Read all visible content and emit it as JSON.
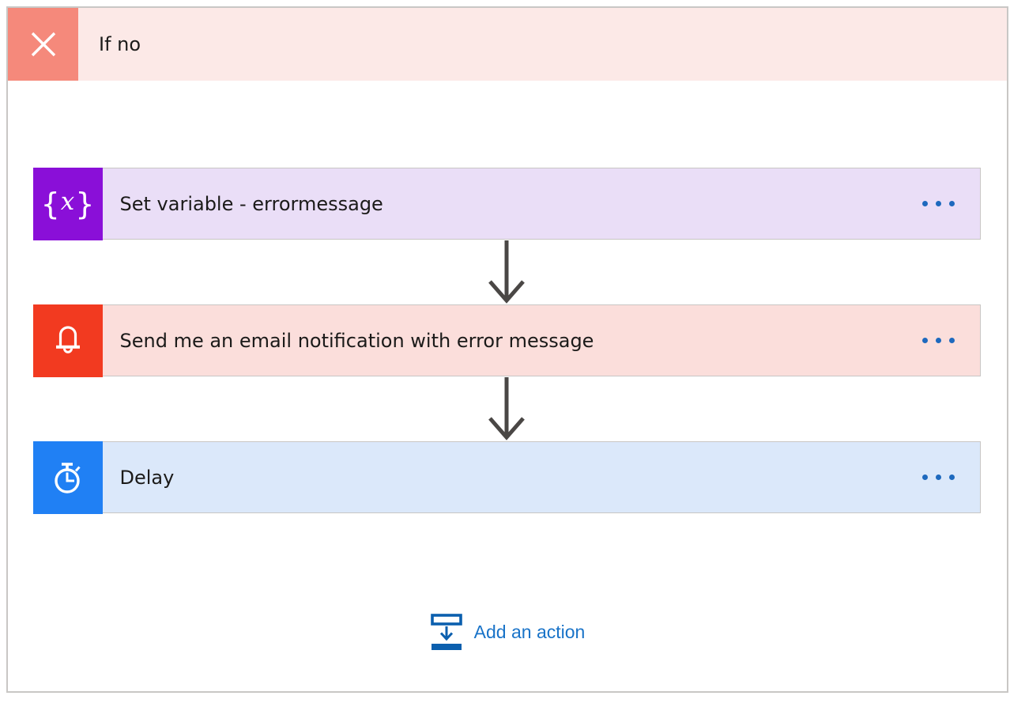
{
  "window": {
    "background": "#ffffff",
    "border_color": "#c9c7c5"
  },
  "branch_header": {
    "title": "If no",
    "icon": "x-branch-icon",
    "icon_bg": "#f5897b",
    "background": "#fce9e7",
    "text_color": "#1b1a19"
  },
  "actions": [
    {
      "title": "Set variable - errormessage",
      "icon": "variable-braces-icon",
      "icon_glyph": {
        "open": "{",
        "x": "x",
        "close": "}"
      },
      "icon_bg": "#8a0fd8",
      "card_bg": "#eadef7",
      "menu_icon": "ellipsis-icon"
    },
    {
      "title": "Send me an email notification with error message",
      "icon": "bell-icon",
      "icon_bg": "#f23a20",
      "card_bg": "#fbdedb",
      "menu_icon": "ellipsis-icon"
    },
    {
      "title": "Delay",
      "icon": "stopwatch-icon",
      "icon_bg": "#2080f4",
      "card_bg": "#dbe8fa",
      "menu_icon": "ellipsis-icon"
    }
  ],
  "connector": {
    "icon": "arrow-down-icon",
    "color": "#4a4745"
  },
  "add_action": {
    "label": "Add an action",
    "icon": "add-action-icon",
    "text_color": "#1973c8",
    "icon_color": "#0b5fae"
  },
  "menu": {
    "ellipsis_color": "#1e69be"
  }
}
